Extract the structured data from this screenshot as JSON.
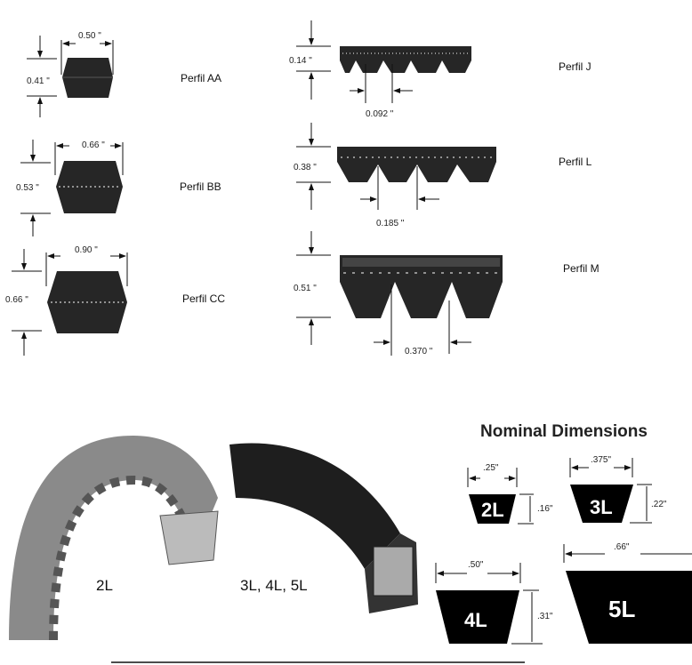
{
  "profiles_left": [
    {
      "name": "Perfil AA",
      "width": "0.50 \"",
      "height": "0.41 \""
    },
    {
      "name": "Perfil BB",
      "width": "0.66 \"",
      "height": "0.53 \""
    },
    {
      "name": "Perfil CC",
      "width": "0.90 \"",
      "height": "0.66 \""
    }
  ],
  "profiles_right": [
    {
      "name": "Perfil  J",
      "height": "0.14 \"",
      "pitch": "0.092 \""
    },
    {
      "name": "Perfil  L",
      "height": "0.38 \"",
      "pitch": "0.185 \""
    },
    {
      "name": "Perfil  M",
      "height": "0.51 \"",
      "pitch": "0.370 \""
    }
  ],
  "photos": {
    "left_label": "2L",
    "right_label": "3L, 4L, 5L"
  },
  "nominal": {
    "title": "Nominal Dimensions",
    "items": [
      {
        "name": "2L",
        "width": ".25\"",
        "height": ".16\""
      },
      {
        "name": "3L",
        "width": ".375\"",
        "height": ".22\""
      },
      {
        "name": "4L",
        "width": ".50\"",
        "height": ".31\""
      },
      {
        "name": "5L",
        "width": ".66\""
      }
    ]
  }
}
